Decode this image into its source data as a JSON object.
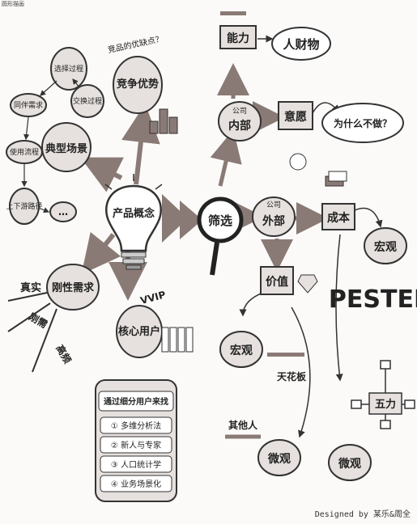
{
  "corner_mark": "圆形描画",
  "center": {
    "bulb_label": "产品概念",
    "screen_label": "筛选"
  },
  "left_top": {
    "compete_caption": "竞品的优缺点？",
    "compete": "竞争优势",
    "scene": "典型场景",
    "nodes": [
      "选择过程",
      "交换过程",
      "同伴需求",
      "使用流程",
      "上下游路径"
    ],
    "dots": "…"
  },
  "left_bottom": {
    "need": "刚性需求",
    "real": "真实",
    "rigid": "刚需",
    "freq": "高频",
    "core_user": "核心用户",
    "vvip": "VVIP",
    "list_title": "通过细分用户来找",
    "list": [
      "① 多维分析法",
      "② 新人与专家",
      "③ 人口统计学",
      "④ 业务场景化"
    ]
  },
  "right": {
    "inner_tag": "公司",
    "inner": "内部",
    "ability": "能力",
    "resources": "人财物",
    "will": "意愿",
    "why": "为什么不做？",
    "outer_tag": "公司",
    "outer": "外部",
    "cost": "成本",
    "value": "价值",
    "macro": "宏观",
    "ceiling": "天花板",
    "others": "其他人",
    "micro": "微观",
    "pestel": "PESTEL",
    "macro2": "宏观",
    "five": "五力",
    "micro2": "微观"
  },
  "credit": "Designed by 某乐&周全"
}
